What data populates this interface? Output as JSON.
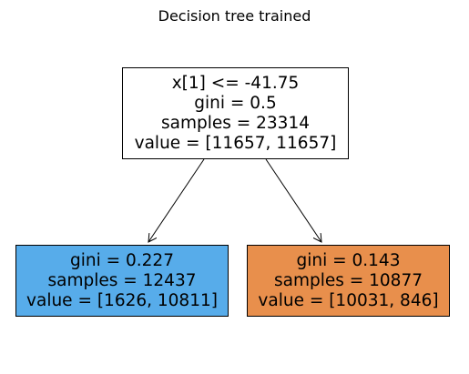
{
  "title": "Decision tree trained",
  "nodes": {
    "root": {
      "split": "x[1] <= -41.75",
      "gini": "gini = 0.5",
      "samples": "samples = 23314",
      "value": "value = [11657, 11657]"
    },
    "left": {
      "gini": "gini = 0.227",
      "samples": "samples = 12437",
      "value": "value = [1626, 10811]",
      "color": "#57acea"
    },
    "right": {
      "gini": "gini = 0.143",
      "samples": "samples = 10877",
      "value": "value = [10031, 846]",
      "color": "#e88f4c"
    }
  }
}
